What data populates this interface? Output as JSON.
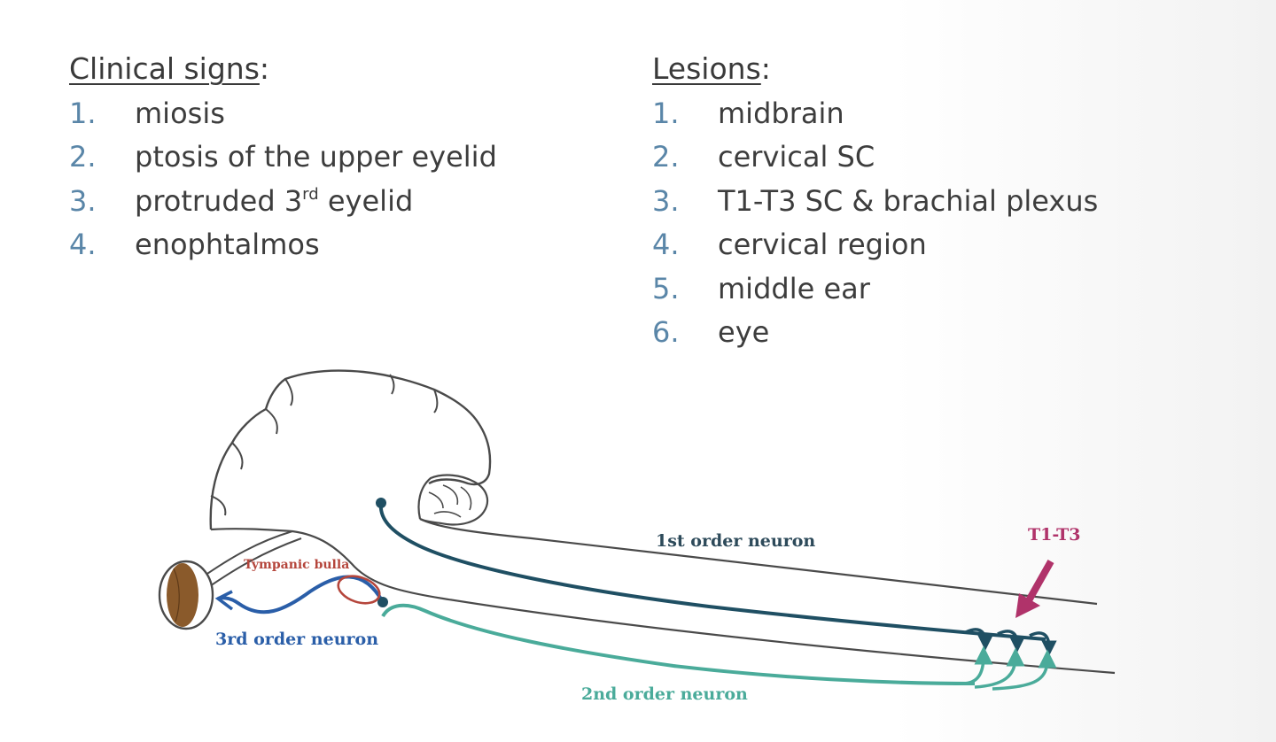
{
  "clinical_signs": {
    "heading": "Clinical signs",
    "colon": ":",
    "items": [
      {
        "num": "1.",
        "text": "miosis"
      },
      {
        "num": "2.",
        "text": "ptosis of the upper eyelid"
      },
      {
        "num": "3.",
        "text_before": "protruded 3",
        "sup": "rd",
        "text_after": " eyelid"
      },
      {
        "num": "4.",
        "text": "enophtalmos"
      }
    ]
  },
  "lesions": {
    "heading": "Lesions",
    "colon": ":",
    "items": [
      {
        "num": "1.",
        "text": "midbrain"
      },
      {
        "num": "2.",
        "text": "cervical SC"
      },
      {
        "num": "3.",
        "text": "T1-T3 SC & brachial plexus"
      },
      {
        "num": "4.",
        "text": "cervical region"
      },
      {
        "num": "5.",
        "text": "middle ear"
      },
      {
        "num": "6.",
        "text": "eye"
      }
    ]
  },
  "diagram": {
    "first_order_label": "1st order neuron",
    "second_order_label": "2nd order neuron",
    "third_order_label": "3rd order neuron",
    "tympanic_label": "Tympanic bulla",
    "segment_label": "T1-T3",
    "colors": {
      "first_order": "#1f4f63",
      "second_order": "#4aab9a",
      "third_order": "#2a5ea8",
      "tympanic": "#b5463c",
      "segment": "#b0336a",
      "outline": "#4a4a4a",
      "eye": "#8a5a2b"
    }
  }
}
